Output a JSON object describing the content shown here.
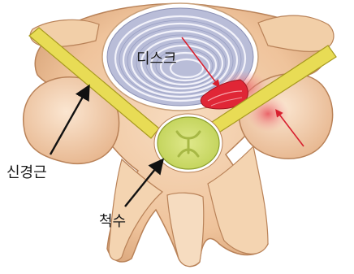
{
  "labels": {
    "disc": "디스크",
    "nerve": "신경근",
    "spinal_cord": "척수"
  },
  "colors": {
    "bone": "#f0c9a0",
    "bone_shade": "#d9a57a",
    "bone_outline": "#b98258",
    "disc": "#b9bdd8",
    "disc_rings": "#f2f2fa",
    "nerve": "#e8dc55",
    "spinal_cord": "#cfdc6a",
    "herniation": "#e02636",
    "arrow_black": "#111111",
    "arrow_red": "#d8202f"
  },
  "icons": {
    "nerve_arrow": "arrow-icon",
    "cord_arrow": "arrow-icon",
    "disc_arrow": "arrow-icon"
  }
}
